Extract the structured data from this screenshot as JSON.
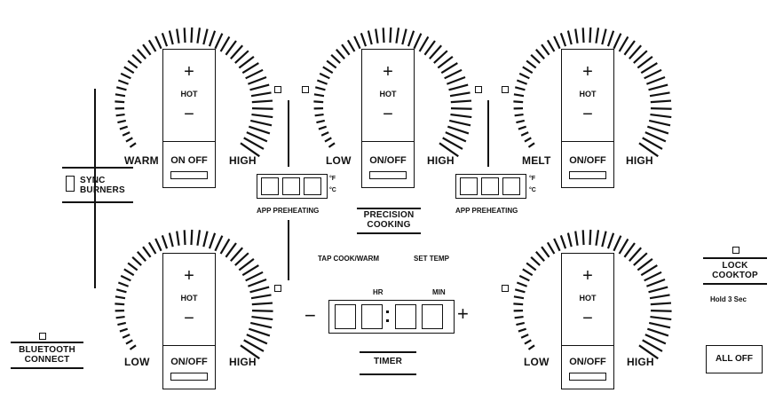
{
  "burners": {
    "top_left": {
      "low_label": "WARM",
      "high_label": "HIGH",
      "plus": "+",
      "hot": "HOT",
      "minus": "−",
      "onoff": "ON  OFF"
    },
    "top_center": {
      "low_label": "LOW",
      "high_label": "HIGH",
      "plus": "+",
      "hot": "HOT",
      "minus": "−",
      "onoff": "ON/OFF"
    },
    "top_right": {
      "low_label": "MELT",
      "high_label": "HIGH",
      "plus": "+",
      "hot": "HOT",
      "minus": "−",
      "onoff": "ON/OFF"
    },
    "bottom_left": {
      "low_label": "LOW",
      "high_label": "HIGH",
      "plus": "+",
      "hot": "HOT",
      "minus": "−",
      "onoff": "ON/OFF"
    },
    "bottom_right": {
      "low_label": "LOW",
      "high_label": "HIGH",
      "plus": "+",
      "hot": "HOT",
      "minus": "−",
      "onoff": "ON/OFF"
    }
  },
  "sync_burners": {
    "line1": "SYNC",
    "line2": "BURNERS"
  },
  "bluetooth": {
    "line1": "BLUETOOTH",
    "line2": "CONNECT"
  },
  "precision": {
    "line1": "PRECISION",
    "line2": "COOKING"
  },
  "left_display": {
    "label": "APP PREHEATING",
    "f": "°F",
    "c": "°C"
  },
  "right_display": {
    "label": "APP PREHEATING",
    "f": "°F",
    "c": "°C"
  },
  "tap_cook_warm": "TAP COOK/WARM",
  "set_temp": "SET TEMP",
  "timer": {
    "label": "TIMER",
    "hr": "HR",
    "min": "MIN",
    "minus": "−",
    "plus": "+"
  },
  "lock": {
    "line1": "LOCK",
    "line2": "COOKTOP",
    "hint": "Hold 3 Sec"
  },
  "all_off": "ALL OFF"
}
